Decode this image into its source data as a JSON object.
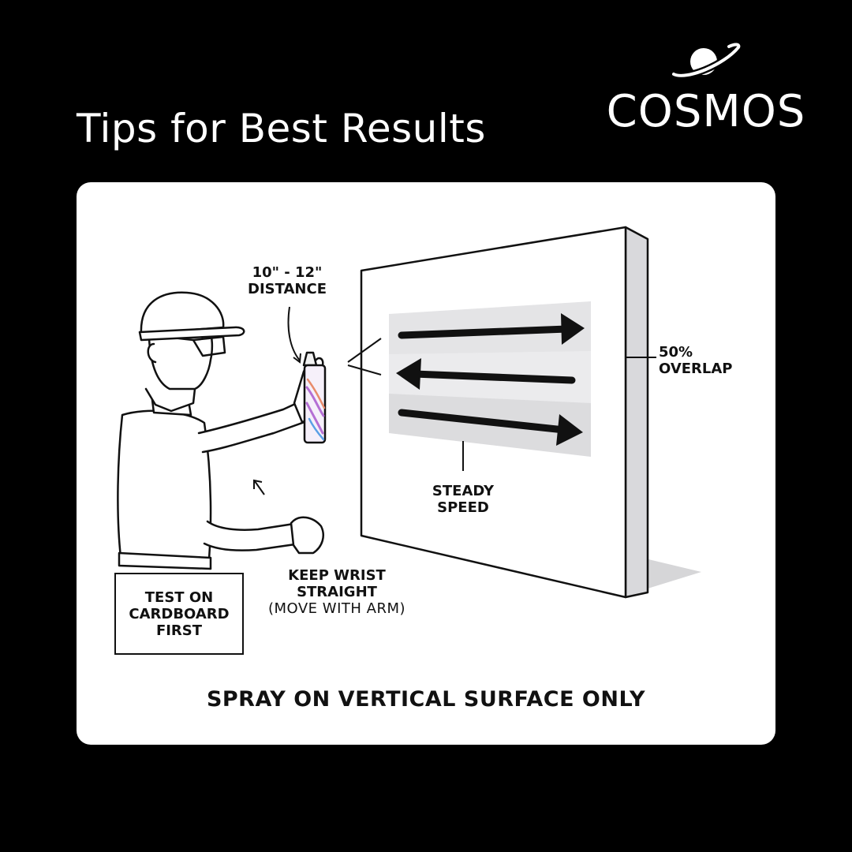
{
  "header": {
    "title": "Tips for Best Results",
    "brand_name": "COSMOS"
  },
  "diagram": {
    "distance_line1": "10\" - 12\"",
    "distance_line2": "DISTANCE",
    "overlap_line1": "50%",
    "overlap_line2": "OVERLAP",
    "speed_line1": "STEADY",
    "speed_line2": "SPEED",
    "wrist_line1": "KEEP WRIST",
    "wrist_line2": "STRAIGHT",
    "wrist_line3": "(MOVE WITH ARM)",
    "test_line1": "TEST ON",
    "test_line2": "CARDBOARD",
    "test_line3": "FIRST",
    "footer": "SPRAY ON VERTICAL SURFACE ONLY"
  },
  "colors": {
    "background": "#000000",
    "card": "#ffffff",
    "ink": "#111111",
    "wall_side": "#d9d9dc",
    "spray_band": "#dedee0"
  }
}
